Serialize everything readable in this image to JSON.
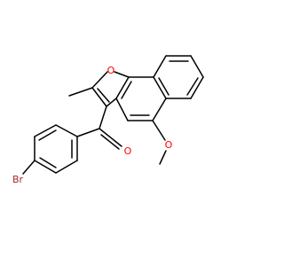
{
  "molecule": {
    "atoms": {
      "oxygen_furan": "O",
      "oxygen_carbonyl": "O",
      "oxygen_methoxy": "O",
      "bromine": "Br"
    },
    "colors": {
      "oxygen": "#ff0000",
      "bromine": "#a52a2a",
      "bond": "#000000"
    }
  }
}
